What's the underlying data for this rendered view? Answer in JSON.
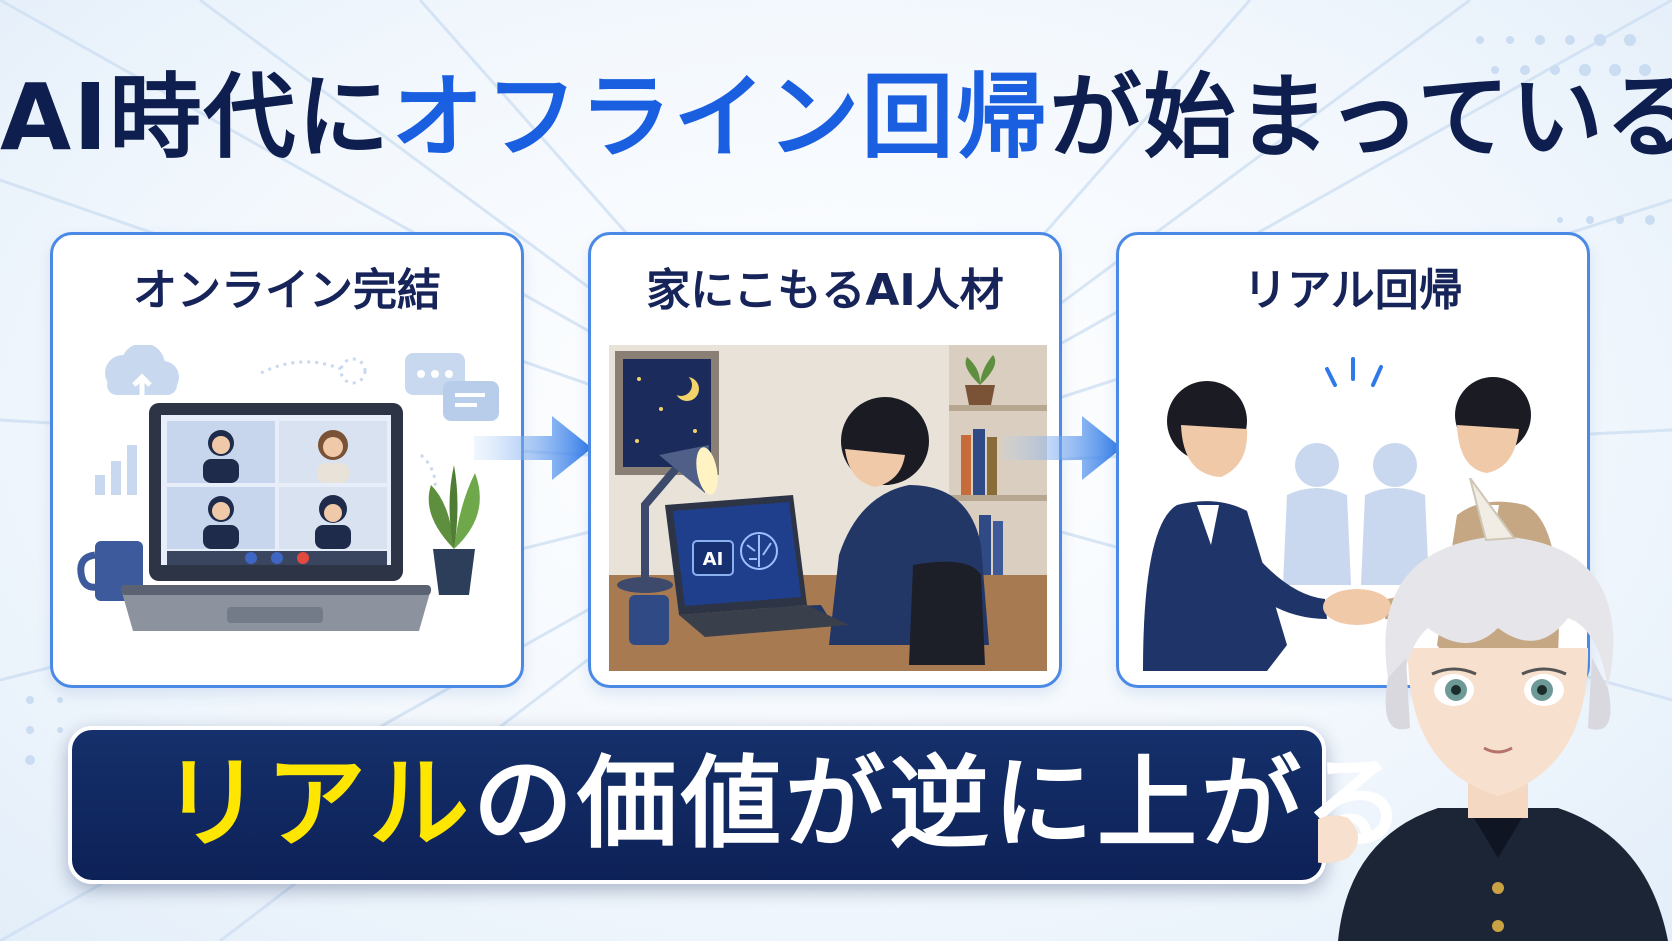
{
  "headline": {
    "part1": "AI時代に",
    "part2_accent": "オフライン回帰",
    "part3": "が始まっている"
  },
  "panels": [
    {
      "title": "オンライン完結",
      "laptop_screen_text": ""
    },
    {
      "title": "家にこもるAI人材",
      "laptop_screen_text": "AI"
    },
    {
      "title": "リアル回帰",
      "laptop_screen_text": ""
    }
  ],
  "banner": {
    "highlight": "リアル",
    "rest": "の価値が逆に上がる"
  },
  "colors": {
    "navy": "#0d1e4f",
    "accent_blue": "#1a5fe0",
    "panel_border": "#4a8ae6",
    "banner_bg": "#0d2157",
    "banner_highlight": "#ffe600"
  },
  "icons": [
    "cloud-upload-icon",
    "bar-chart-icon",
    "chat-bubble-icon",
    "mic-icon",
    "camera-icon",
    "hang-up-icon",
    "brain-icon",
    "moon-icon"
  ]
}
